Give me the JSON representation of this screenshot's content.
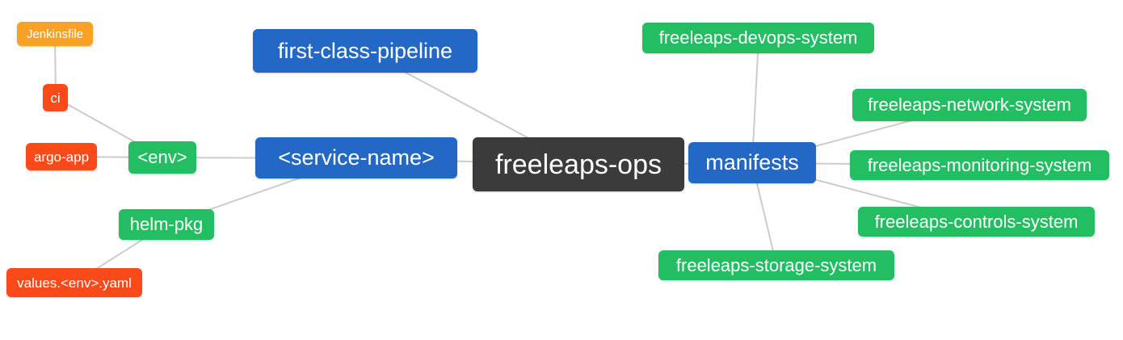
{
  "page": {
    "background": "#ffffff"
  },
  "colors": {
    "root_bg": "#3b3b3b",
    "branch_bg": "#2368c4",
    "green_bg": "#24be62",
    "red_bg": "#fa4a1a",
    "amber_bg": "#f9a326",
    "text": "#ffffff",
    "connector": "#cccccc"
  },
  "mindmap": {
    "root_label": "freeleaps-ops",
    "nodes": [
      {
        "id": "freeleaps-ops",
        "label": "freeleaps-ops",
        "depth": 0,
        "parent": null
      },
      {
        "id": "first-class-pipeline",
        "label": "first-class-pipeline",
        "depth": 1,
        "parent": "freeleaps-ops"
      },
      {
        "id": "service-name",
        "label": "<service-name>",
        "depth": 1,
        "parent": "freeleaps-ops"
      },
      {
        "id": "manifests",
        "label": "manifests",
        "depth": 1,
        "parent": "freeleaps-ops"
      },
      {
        "id": "env",
        "label": "<env>",
        "depth": 2,
        "parent": "service-name"
      },
      {
        "id": "helm-pkg",
        "label": "helm-pkg",
        "depth": 2,
        "parent": "service-name"
      },
      {
        "id": "ci",
        "label": "ci",
        "depth": 3,
        "parent": "env"
      },
      {
        "id": "argo-app",
        "label": "argo-app",
        "depth": 3,
        "parent": "env"
      },
      {
        "id": "jenkinsfile",
        "label": "Jenkinsfile",
        "depth": 4,
        "parent": "ci"
      },
      {
        "id": "values-env-yaml",
        "label": "values.<env>.yaml",
        "depth": 3,
        "parent": "helm-pkg"
      },
      {
        "id": "freeleaps-devops-system",
        "label": "freeleaps-devops-system",
        "depth": 2,
        "parent": "manifests"
      },
      {
        "id": "freeleaps-network-system",
        "label": "freeleaps-network-system",
        "depth": 2,
        "parent": "manifests"
      },
      {
        "id": "freeleaps-monitoring-system",
        "label": "freeleaps-monitoring-system",
        "depth": 2,
        "parent": "manifests"
      },
      {
        "id": "freeleaps-controls-system",
        "label": "freeleaps-controls-system",
        "depth": 2,
        "parent": "manifests"
      },
      {
        "id": "freeleaps-storage-system",
        "label": "freeleaps-storage-system",
        "depth": 2,
        "parent": "manifests"
      }
    ]
  }
}
